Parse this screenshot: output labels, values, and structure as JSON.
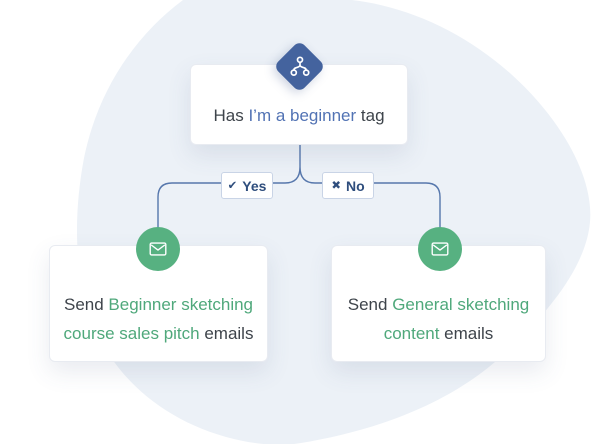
{
  "colors": {
    "page_bg": "#FFFFFF",
    "blob": "#ECF1F7",
    "brand_blue": "#44639E",
    "line_blue": "#5677AC",
    "link_blue": "#5273B4",
    "badge_text": "#2F4E7D",
    "badge_border": "#C9D4E6",
    "green": "#57B181",
    "green_text": "#4FA87B",
    "dark_text": "#3E444B",
    "card_border": "#E8EBF1"
  },
  "flowchart": {
    "condition": {
      "icon": "branch-icon",
      "prefix": "Has ",
      "highlight": "I’m a beginner",
      "suffix": " tag"
    },
    "branch_yes": {
      "icon": "check-icon",
      "glyph": "✔",
      "label": "Yes"
    },
    "branch_no": {
      "icon": "x-icon",
      "glyph": "✖",
      "label": "No"
    },
    "actions": [
      {
        "icon": "envelope-icon",
        "prefix": "Send ",
        "highlight": "Beginner sketching course sales pitch",
        "suffix": " emails"
      },
      {
        "icon": "envelope-icon",
        "prefix": "Send ",
        "highlight": "General sketching content",
        "suffix": " emails"
      }
    ]
  }
}
